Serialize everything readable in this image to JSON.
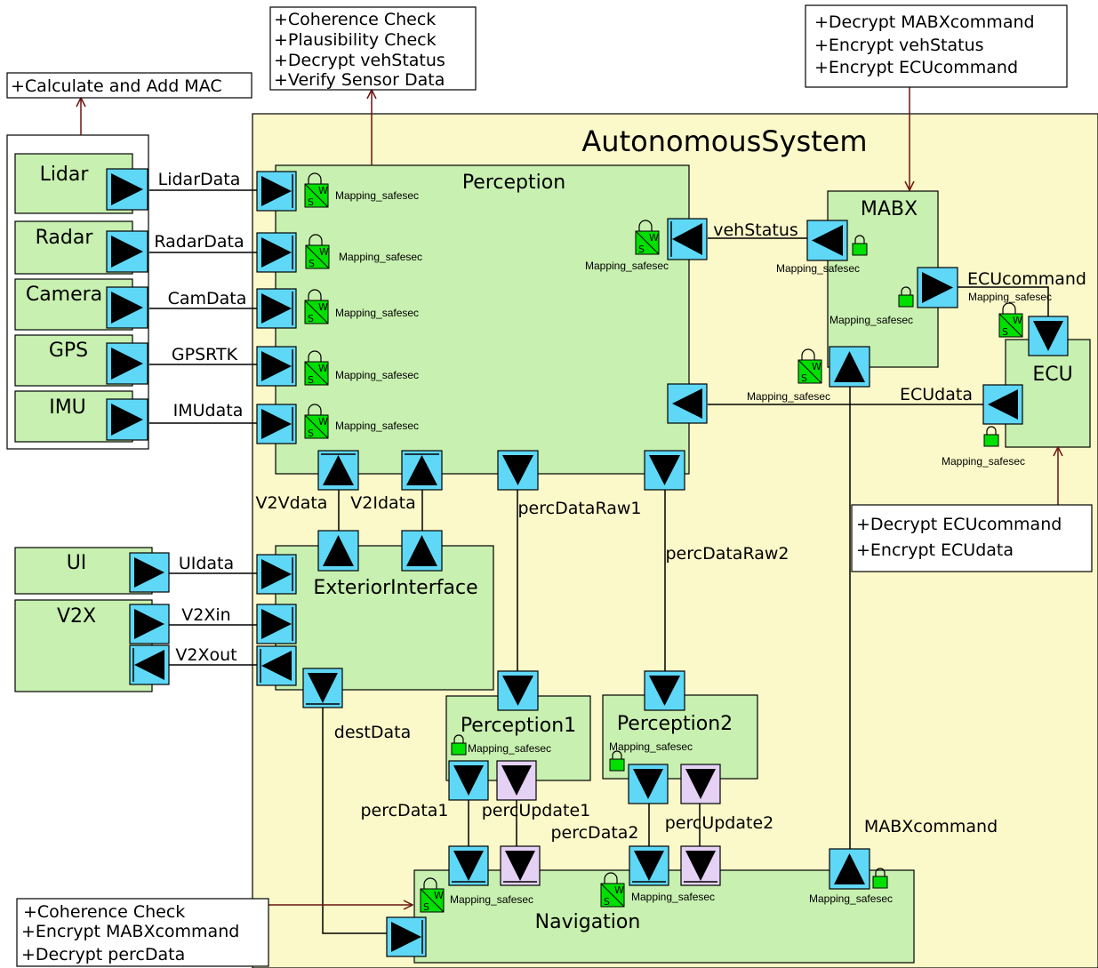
{
  "colors": {
    "system_bg": "#fbf9c9",
    "block_fill": "#c8f0b0",
    "port_fill": "#5fd8f7",
    "port_alt_fill": "#e4d1f4",
    "lock_fill": "#00e000",
    "link_color": "#6b1410"
  },
  "system": {
    "title": "AutonomousSystem"
  },
  "blocks": {
    "perception": "Perception",
    "mabx": "MABX",
    "ecu": "ECU",
    "exterior_interface": "ExteriorInterface",
    "perception1": "Perception1",
    "perception2": "Perception2",
    "navigation": "Navigation"
  },
  "sensors": [
    "Lidar",
    "Radar",
    "Camera",
    "GPS",
    "IMU"
  ],
  "external": {
    "ui": "UI",
    "v2x": "V2X"
  },
  "signals": {
    "lidar": "LidarData",
    "radar": "RadarData",
    "camera": "CamData",
    "gps": "GPSRTK",
    "imu": "IMUdata",
    "veh_status": "vehStatus",
    "ecu_command": "ECUcommand",
    "ecu_data": "ECUdata",
    "v2v": "V2Vdata",
    "v2i": "V2Idata",
    "perc_raw1": "percDataRaw1",
    "perc_raw2": "percDataRaw2",
    "ui_data": "UIdata",
    "v2x_in": "V2Xin",
    "v2x_out": "V2Xout",
    "dest": "destData",
    "perc_data1": "percData1",
    "perc_update1": "percUpdate1",
    "perc_data2": "percData2",
    "perc_update2": "percUpdate2",
    "mabx_command": "MABXcommand"
  },
  "mapping_label": "Mapping_safesec",
  "seal_letters": {
    "w": "W",
    "s": "S"
  },
  "notes": {
    "sensors": [
      "+Calculate and Add MAC"
    ],
    "perception": [
      "+Coherence Check",
      "+Plausibility Check",
      "+Decrypt vehStatus",
      "+Verify Sensor Data"
    ],
    "mabx": [
      "+Decrypt MABXcommand",
      "+Encrypt vehStatus",
      "+Encrypt ECUcommand"
    ],
    "ecu": [
      "+Decrypt ECUcommand",
      "+Encrypt ECUdata"
    ],
    "navigation": [
      "+Coherence Check",
      "+Encrypt MABXcommand",
      "+Decrypt percData"
    ]
  }
}
